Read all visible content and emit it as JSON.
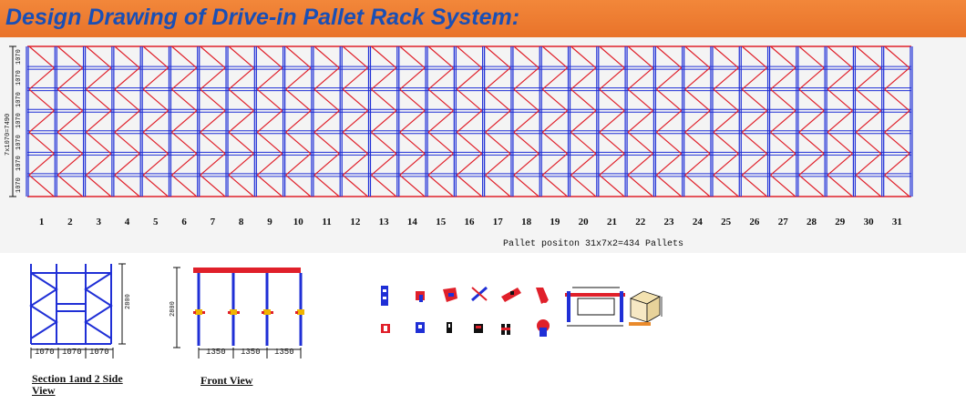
{
  "header": {
    "title": "Design Drawing of Drive-in Pallet Rack System:"
  },
  "plan_view": {
    "bay_numbers": [
      "1",
      "2",
      "3",
      "4",
      "5",
      "6",
      "7",
      "8",
      "9",
      "10",
      "11",
      "12",
      "13",
      "14",
      "15",
      "16",
      "17",
      "18",
      "19",
      "20",
      "21",
      "22",
      "23",
      "24",
      "25",
      "26",
      "27",
      "28",
      "29",
      "30",
      "31"
    ],
    "overall_dimension": "7x1070=7490",
    "row_dimensions": [
      "1070",
      "1070",
      "1070",
      "1070",
      "1070",
      "1070",
      "1070"
    ],
    "caption": "Pallet positon 31x7x2=434 Pallets",
    "colors": {
      "uprights": "#1f2fd6",
      "bracing": "#e0202a"
    }
  },
  "side_view": {
    "height_label": "2800",
    "width_labels": [
      "1070",
      "1070",
      "1070"
    ],
    "caption_line1": "Section 1and 2 Side",
    "caption_line2": "View"
  },
  "front_view": {
    "height_label": "2800",
    "width_labels": [
      "1350",
      "1350",
      "1350"
    ],
    "caption": "Front View"
  },
  "components": {
    "icons": [
      "upright-frame-icon",
      "upright-base-icon",
      "top-beam-icon",
      "diagonal-brace-icon",
      "rail-icon",
      "arm-icon",
      "base-plate-icon",
      "anchor-plate-icon",
      "guide-icon",
      "floor-rail-icon",
      "support-arm-icon",
      "pallet-rail-icon",
      "pallet-icon"
    ]
  }
}
